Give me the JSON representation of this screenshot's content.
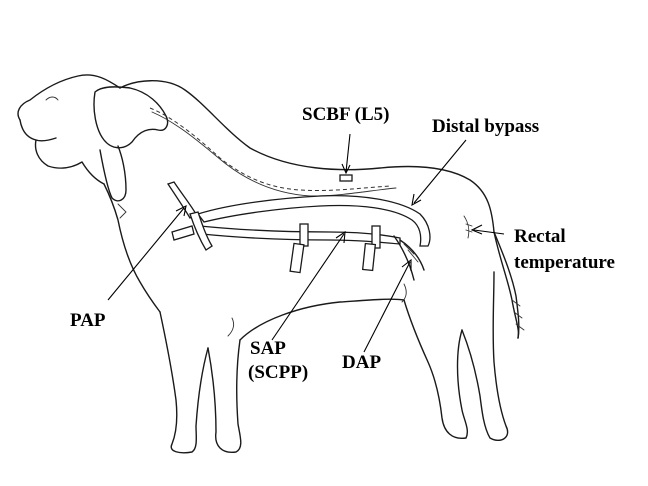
{
  "labels": {
    "scbf": "SCBF (L5)",
    "distal_bypass": "Distal bypass",
    "rectal_line1": "Rectal",
    "rectal_line2": "temperature",
    "pap": "PAP",
    "sap_line1": "SAP",
    "sap_line2": "(SCPP)",
    "dap": "DAP"
  },
  "colors": {
    "line": "#1a1a1a",
    "background": "#ffffff"
  }
}
